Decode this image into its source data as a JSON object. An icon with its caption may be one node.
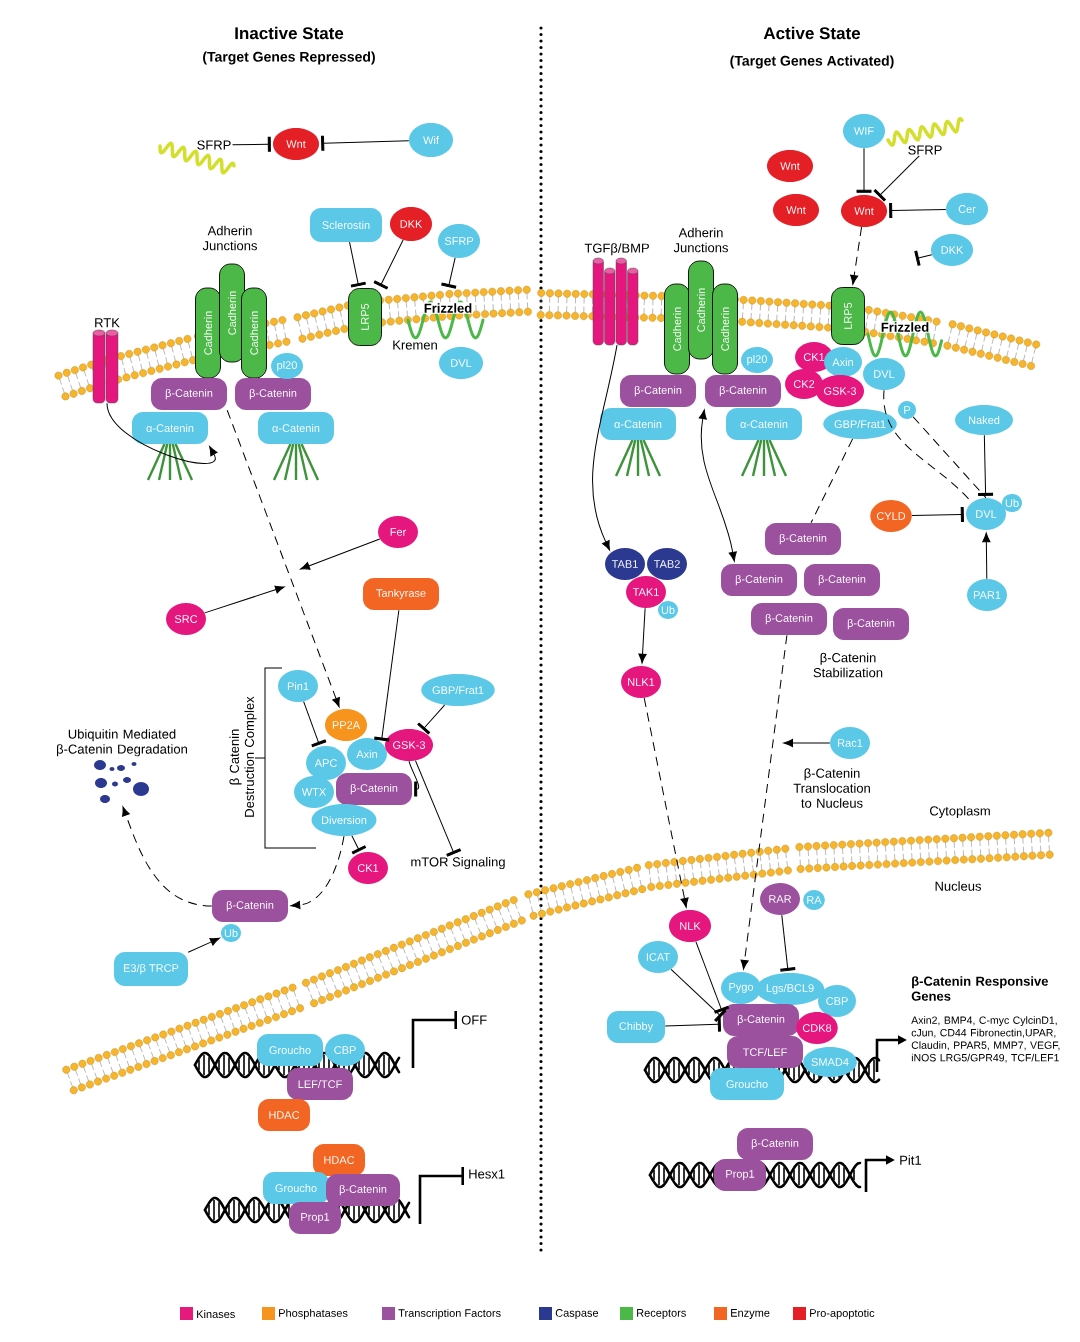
{
  "diagram": {
    "nodes": [
      {
        "text": [
          "SFRP"
        ]
      },
      {
        "text": [
          "Wnt"
        ]
      },
      {
        "text": [
          "Wif"
        ]
      },
      {
        "text": [
          "Sclerostin"
        ]
      },
      {
        "text": [
          "DKK"
        ]
      },
      {
        "text": [
          "SFRP"
        ]
      },
      {
        "text": [
          "RTK"
        ]
      },
      {
        "text": [
          "Cadherin"
        ]
      },
      {
        "text": [
          "Cadherin"
        ]
      },
      {
        "text": [
          "Cadherin"
        ]
      },
      {
        "text": [
          "LRP5"
        ]
      },
      {
        "text": [
          "Frizzled"
        ]
      },
      {
        "text": [
          "DVL"
        ]
      },
      {
        "text": [
          "β-Catenin"
        ]
      },
      {
        "text": [
          "β-Catenin"
        ]
      },
      {
        "text": [
          "pl20"
        ]
      },
      {
        "text": [
          "α-Catenin"
        ]
      },
      {
        "text": [
          "α-Catenin"
        ]
      },
      {
        "text": [
          "Fer"
        ]
      },
      {
        "text": [
          "SRC"
        ]
      },
      {
        "text": [
          "Tankyrase"
        ]
      },
      {
        "text": [
          "Pin1"
        ]
      },
      {
        "text": [
          "GBP/Frat1"
        ]
      },
      {
        "text": [
          "PP2A"
        ]
      },
      {
        "text": [
          "Axin"
        ]
      },
      {
        "text": [
          "GSK-3"
        ]
      },
      {
        "text": [
          "APC"
        ]
      },
      {
        "text": [
          "WTX"
        ]
      },
      {
        "text": [
          "β-Catenin"
        ]
      },
      {
        "text": [
          "Diversion"
        ]
      },
      {
        "text": [
          "CK1"
        ]
      },
      {
        "text": [
          "mTOR Signaling"
        ]
      },
      {
        "text": [
          "Ubiquitin Mediated β-Catenin Degradation"
        ]
      },
      {
        "text": [
          "β-Catenin"
        ]
      },
      {
        "text": [
          "Ub"
        ]
      },
      {
        "text": [
          "E3/β TRCP"
        ]
      },
      {
        "text": [
          "Groucho"
        ]
      },
      {
        "text": [
          "CBP"
        ]
      },
      {
        "text": [
          "LEF/TCF"
        ]
      },
      {
        "text": [
          "HDAC"
        ]
      },
      {
        "text": [
          "HDAC"
        ]
      },
      {
        "text": [
          "Groucho"
        ]
      },
      {
        "text": [
          "β-Catenin"
        ]
      },
      {
        "text": [
          "Prop1"
        ]
      },
      {
        "text": [
          "Wnt"
        ]
      },
      {
        "text": [
          "Wnt"
        ]
      },
      {
        "text": [
          "WIF"
        ]
      },
      {
        "text": [
          "SFRP"
        ]
      },
      {
        "text": [
          "Wnt"
        ]
      },
      {
        "text": [
          "Cer"
        ]
      },
      {
        "text": [
          "DKK"
        ]
      },
      {
        "text": [
          "TGFβ/BMP"
        ]
      },
      {
        "text": [
          "Cadherin"
        ]
      },
      {
        "text": [
          "Cadherin"
        ]
      },
      {
        "text": [
          "Cadherin"
        ]
      },
      {
        "text": [
          "LRP5"
        ]
      },
      {
        "text": [
          "Frizzled"
        ]
      },
      {
        "text": [
          "pl20"
        ]
      },
      {
        "text": [
          "CK1"
        ]
      },
      {
        "text": [
          "Axin"
        ]
      },
      {
        "text": [
          "CK2"
        ]
      },
      {
        "text": [
          "GSK-3"
        ]
      },
      {
        "text": [
          "DVL"
        ]
      },
      {
        "text": [
          "P"
        ]
      },
      {
        "text": [
          "GBP/Frat1"
        ]
      },
      {
        "text": [
          "β-Catenin"
        ]
      },
      {
        "text": [
          "β-Catenin"
        ]
      },
      {
        "text": [
          "α-Catenin"
        ]
      },
      {
        "text": [
          "α-Catenin"
        ]
      },
      {
        "text": [
          "Naked"
        ]
      },
      {
        "text": [
          "CYLD"
        ]
      },
      {
        "text": [
          "DVL"
        ]
      },
      {
        "text": [
          "Ub"
        ]
      },
      {
        "text": [
          "PAR1"
        ]
      },
      {
        "text": [
          "TAB1"
        ]
      },
      {
        "text": [
          "TAB2"
        ]
      },
      {
        "text": [
          "TAK1"
        ]
      },
      {
        "text": [
          "Ub"
        ]
      },
      {
        "text": [
          "NLK1"
        ]
      },
      {
        "text": [
          "β-Catenin"
        ]
      },
      {
        "text": [
          "β-Catenin"
        ]
      },
      {
        "text": [
          "β-Catenin"
        ]
      },
      {
        "text": [
          "β-Catenin"
        ]
      },
      {
        "text": [
          "β-Catenin"
        ]
      },
      {
        "text": [
          "Rac1"
        ]
      },
      {
        "text": [
          "NLK"
        ]
      },
      {
        "text": [
          "RAR"
        ]
      },
      {
        "text": [
          "RA"
        ]
      },
      {
        "text": [
          "ICAT"
        ]
      },
      {
        "text": [
          "Pygo"
        ]
      },
      {
        "text": [
          "Lgs/BCL9"
        ]
      },
      {
        "text": [
          "CBP"
        ]
      },
      {
        "text": [
          "Chibby"
        ]
      },
      {
        "text": [
          "β-Catenin"
        ]
      },
      {
        "text": [
          "CDK8"
        ]
      },
      {
        "text": [
          "TCF/LEF"
        ]
      },
      {
        "text": [
          "SMAD4"
        ]
      },
      {
        "text": [
          "Groucho"
        ]
      },
      {
        "text": [
          "β-Catenin"
        ]
      },
      {
        "text": [
          "Prop1"
        ]
      }
    ],
    "edges": [
      {
        "from": 0,
        "to": 1,
        "arrow": "other"
      },
      {
        "from": 2,
        "to": 1,
        "arrow": "other"
      },
      {
        "from": 3,
        "to": 10,
        "arrow": "other"
      },
      {
        "from": 4,
        "to": 10,
        "arrow": "other"
      },
      {
        "from": 5,
        "to": 11,
        "arrow": "other"
      },
      {
        "from": 6,
        "to": 16,
        "arrow": "to"
      },
      {
        "from": 13,
        "to": 23,
        "arrow": "to",
        "style": "dashed"
      },
      {
        "from": 18,
        "to": null,
        "arrow": "to"
      },
      {
        "from": 19,
        "to": null,
        "arrow": "to"
      },
      {
        "from": 20,
        "to": 24,
        "arrow": "other"
      },
      {
        "from": 21,
        "to": 26,
        "arrow": "other"
      },
      {
        "from": 22,
        "to": 25,
        "arrow": "other"
      },
      {
        "from": 25,
        "to": 28,
        "arrow": "other"
      },
      {
        "from": 25,
        "to": 31,
        "arrow": "other"
      },
      {
        "from": 29,
        "to": 30,
        "arrow": "other"
      },
      {
        "from": 29,
        "to": 33,
        "arrow": "to",
        "style": "dashed"
      },
      {
        "from": 33,
        "to": 32,
        "arrow": "to",
        "style": "dashed"
      },
      {
        "from": 35,
        "to": 34,
        "arrow": "to"
      },
      {
        "from": 46,
        "to": 48,
        "arrow": "other"
      },
      {
        "from": 47,
        "to": 48,
        "arrow": "other"
      },
      {
        "from": 49,
        "to": 48,
        "arrow": "other"
      },
      {
        "from": 50,
        "to": null,
        "arrow": "other"
      },
      {
        "from": 48,
        "to": 55,
        "arrow": "to",
        "style": "dashed"
      },
      {
        "from": 51,
        "to": 74,
        "arrow": "to"
      },
      {
        "from": 66,
        "to": 80,
        "arrow": "both"
      },
      {
        "from": 64,
        "to": 79,
        "arrow": "none",
        "style": "dashed"
      },
      {
        "from": 62,
        "to": 71,
        "arrow": "none",
        "style": "dashed"
      },
      {
        "from": 63,
        "to": 71,
        "arrow": "none",
        "style": "dashed"
      },
      {
        "from": 69,
        "to": 71,
        "arrow": "other"
      },
      {
        "from": 70,
        "to": 71,
        "arrow": "other"
      },
      {
        "from": 73,
        "to": 71,
        "arrow": "to"
      },
      {
        "from": 76,
        "to": 78,
        "arrow": "to"
      },
      {
        "from": 78,
        "to": 85,
        "arrow": "to",
        "style": "dashed"
      },
      {
        "from": 82,
        "to": 89,
        "arrow": "to",
        "style": "dashed"
      },
      {
        "from": 84,
        "to": null,
        "arrow": "to"
      },
      {
        "from": 86,
        "to": 90,
        "arrow": "other"
      },
      {
        "from": 85,
        "to": 93,
        "arrow": "other"
      },
      {
        "from": 88,
        "to": 93,
        "arrow": "other"
      },
      {
        "from": 92,
        "to": 93,
        "arrow": "other"
      }
    ],
    "labels": [
      "Inactive State",
      "(Target Genes Repressed)",
      "Active State",
      "(Target Genes Activated)",
      "Adherin Junctions",
      "Kremen",
      "β Catenin Destruction Complex",
      "OFF",
      "Hesx1",
      "Adherin Junctions",
      "β-Catenin Stabilization",
      "β-Catenin Translocation to Nucleus",
      "Cytoplasm",
      "Nucleus",
      "β-Catenin Responsive Genes",
      "Axin2, BMP4, C-myc CylcinD1, cJun, CD44 Fibronectin,UPAR, Claudin, PPAR5, MMP7, VEGF, iNOS LRG5/GPR49, TCF/LEF1",
      "Pit1"
    ],
    "legend": [
      {
        "text": "Kinases",
        "color": "#e6197d"
      },
      {
        "text": "Phosphatases",
        "color": "#f7941d"
      },
      {
        "text": "Transcription Factors",
        "color": "#9b519e"
      },
      {
        "text": "Caspase",
        "color": "#2b3990"
      },
      {
        "text": "Receptors",
        "color": "#4cb848"
      },
      {
        "text": "Enzyme",
        "color": "#f26522"
      },
      {
        "text": "Pro-apoptotic",
        "color": "#e41f26"
      }
    ]
  }
}
